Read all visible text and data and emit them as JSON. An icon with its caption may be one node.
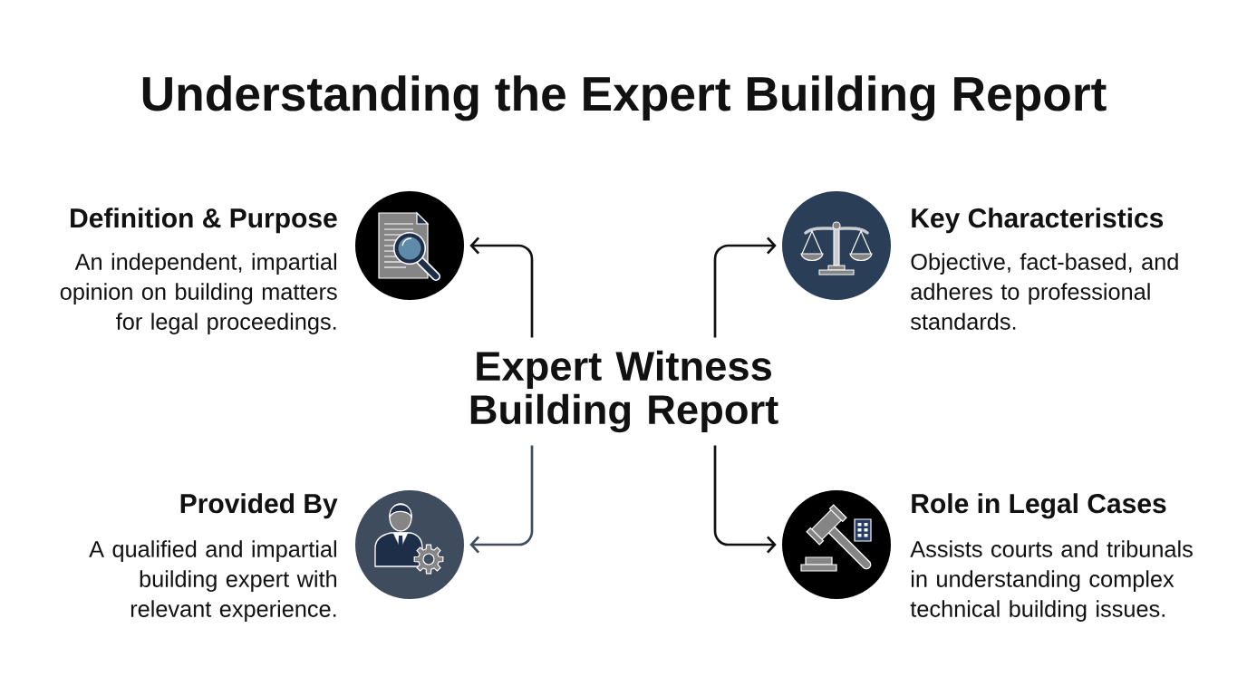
{
  "diagram": {
    "title": "Understanding the Expert Building Report",
    "nodes": [
      {
        "text": [],
        "shape": "circle",
        "beside": [
          "Definition & Purpose",
          "An independent, impartial opinion on building matters for legal proceedings."
        ]
      },
      {
        "text": [],
        "shape": "circle",
        "beside": [
          "Key Characteristics",
          "Objective, fact-based, and adheres to professional standards."
        ]
      },
      {
        "text": [
          "Expert Witness Building Report"
        ]
      },
      {
        "text": [],
        "shape": "circle",
        "beside": [
          "Provided By",
          "A qualified and impartial building expert with relevant experience."
        ]
      },
      {
        "text": [],
        "shape": "circle",
        "beside": [
          "Role in Legal Cases",
          "Assists courts and tribunals in understanding complex technical building issues."
        ]
      }
    ],
    "edges": [
      {
        "from": 2,
        "to": 0,
        "arrow": "to"
      },
      {
        "from": 2,
        "to": 1,
        "arrow": "to"
      },
      {
        "from": 2,
        "to": 3,
        "arrow": "to",
        "color": "#3e4c5e"
      },
      {
        "from": 2,
        "to": 4,
        "arrow": "to"
      }
    ]
  }
}
